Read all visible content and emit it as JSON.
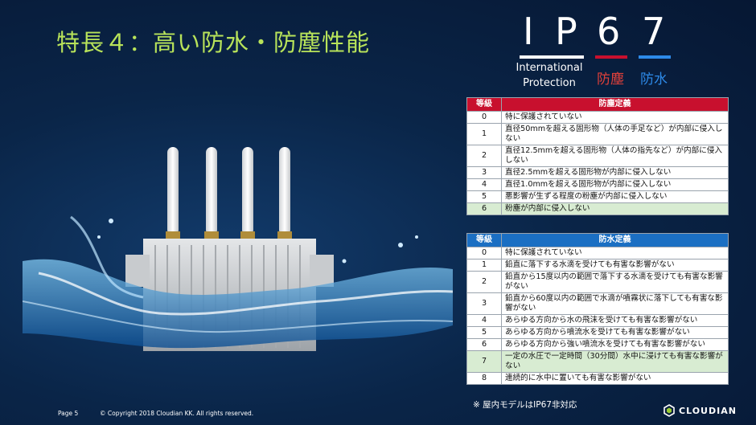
{
  "slide": {
    "title": "特長４：高い防水・防塵性能",
    "page_label": "Page 5",
    "copyright": "© Copyright 2018 Cloudian KK. All rights reserved.",
    "note": "※ 屋内モデルはIP67非対応"
  },
  "ip_badge": {
    "letters": [
      "I",
      "P",
      "6",
      "7"
    ],
    "subtitle_line1": "International",
    "subtitle_line2": "Protection",
    "dust_label": "防塵",
    "water_label": "防水",
    "colors": {
      "dust": "#c8102e",
      "water": "#1b6fc3",
      "letters_bar": "#ffffff"
    }
  },
  "dust_table": {
    "header_level": "等級",
    "header_def": "防塵定義",
    "rows": [
      {
        "level": "0",
        "def": "特に保護されていない"
      },
      {
        "level": "1",
        "def": "直径50mmを超える固形物（人体の手足など）が内部に侵入しない"
      },
      {
        "level": "2",
        "def": "直径12.5mmを超える固形物（人体の指先など）が内部に侵入しない"
      },
      {
        "level": "3",
        "def": "直径2.5mmを超える固形物が内部に侵入しない"
      },
      {
        "level": "4",
        "def": "直径1.0mmを超える固形物が内部に侵入しない"
      },
      {
        "level": "5",
        "def": "悪影響が生ずる程度の粉塵が内部に侵入しない"
      },
      {
        "level": "6",
        "def": "粉塵が内部に侵入しない"
      }
    ]
  },
  "water_table": {
    "header_level": "等級",
    "header_def": "防水定義",
    "rows": [
      {
        "level": "0",
        "def": "特に保護されていない"
      },
      {
        "level": "1",
        "def": "鉛直に落下する水滴を受けても有害な影響がない"
      },
      {
        "level": "2",
        "def": "鉛直から15度以内の範囲で落下する水滴を受けても有害な影響がない"
      },
      {
        "level": "3",
        "def": "鉛直から60度以内の範囲で水滴が噴霧状に落下しても有害な影響がない"
      },
      {
        "level": "4",
        "def": "あらゆる方向から水の飛沫を受けても有害な影響がない"
      },
      {
        "level": "5",
        "def": "あらゆる方向から噴流水を受けても有害な影響がない"
      },
      {
        "level": "6",
        "def": "あらゆる方向から強い噴流水を受けても有害な影響がない"
      },
      {
        "level": "7",
        "def": "一定の水圧で一定時間（30分間）水中に浸けても有害な影響がない"
      },
      {
        "level": "8",
        "def": "連続的に水中に置いても有害な影響がない"
      }
    ]
  },
  "logo": {
    "text": "CLOUDIAN",
    "icon": "cloudian-logo-icon"
  }
}
